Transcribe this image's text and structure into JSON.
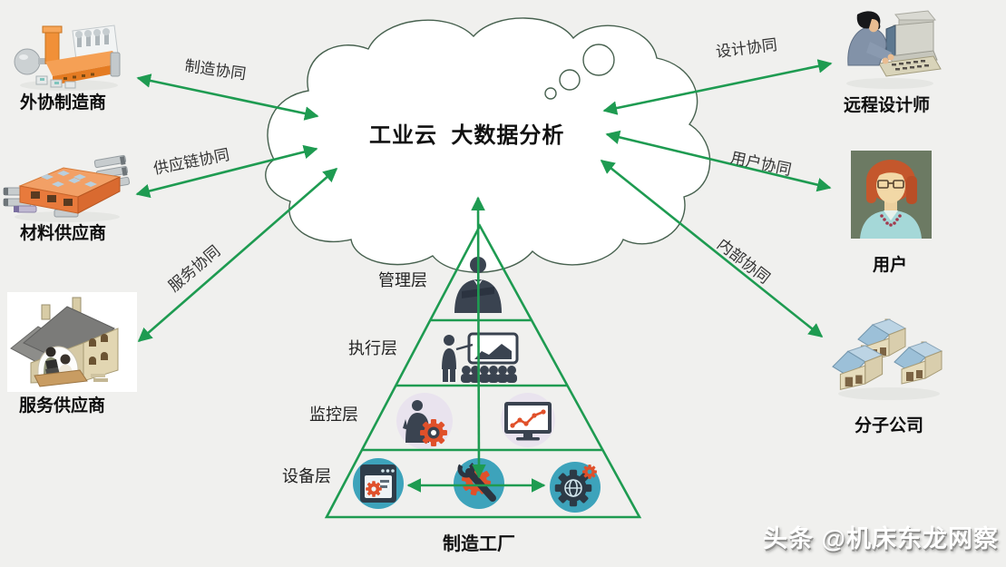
{
  "colors": {
    "background": "#f0f0ee",
    "accent_green": "#1e9b51",
    "icon_slate": "#3a4350",
    "icon_orange": "#e0502a",
    "device_circle_teal": "#3da3bb",
    "monitor_circle_lavender": "#e9e3ee",
    "text_dark": "#2b2b2b"
  },
  "cloud": {
    "title": "工业云  大数据分析"
  },
  "entities": {
    "outsourced_manufacturer": {
      "label": "外协制造商"
    },
    "material_supplier": {
      "label": "材料供应商"
    },
    "service_provider": {
      "label": "服务供应商"
    },
    "remote_designer": {
      "label": "远程设计师"
    },
    "user": {
      "label": "用户"
    },
    "subsidiary": {
      "label": "分子公司"
    }
  },
  "connections": {
    "manufacturing": {
      "label": "制造协同"
    },
    "supply_chain": {
      "label": "供应链协同"
    },
    "service": {
      "label": "服务协同"
    },
    "design": {
      "label": "设计协同"
    },
    "user": {
      "label": "用户协同"
    },
    "internal": {
      "label": "内部协同"
    }
  },
  "pyramid": {
    "layers": {
      "management": {
        "label": "管理层"
      },
      "execution": {
        "label": "执行层"
      },
      "monitoring": {
        "label": "监控层"
      },
      "device": {
        "label": "设备层"
      }
    },
    "caption": "制造工厂"
  },
  "watermark": "头条 @机床东龙网察"
}
